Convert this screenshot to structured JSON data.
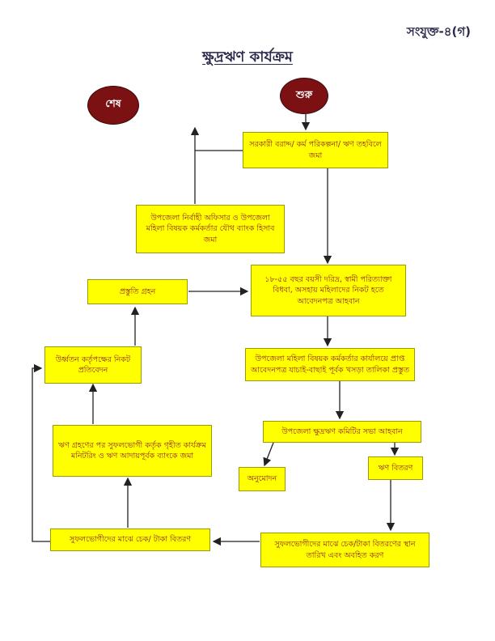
{
  "page": {
    "attachment_label": "সংযুক্ত-৪(গ)",
    "title": "ক্ষুদ্রঋণ কার্যক্রম"
  },
  "nodes": {
    "start": "শুরু",
    "end": "শেষ",
    "govt_allocation": "সরকারী বরাদ্দ/ কর্ম পরিকল্পনা/ ঋণ তহবিলে জমা",
    "joint_bank_account": "উপজেলা নির্বাহী অফিসার ও উপজেলা মহিলা বিষয়ক কর্মকর্তার যৌথ ব্যাংক হিসাব জমা",
    "application_call": "১৮-৫৫ বছর বয়সী দরিদ্র, স্বামী পরিত্যাক্তা বিধবা, অসহায় মহিলাদের নিকট হতে আবেদনপত্র আহবান",
    "preparation": "প্রস্তুতি গ্রহন",
    "draft_list": "উপজেলা মহিলা বিষয়ক কর্মকর্তার কার্যালয়ে প্রাপ্ত আবেদনপত্র যাচাই-বাছাই পূর্বক খসড়া তালিকা প্রস্তুত",
    "report_to_authority": "উর্ধ্বতন কর্তৃপক্ষের নিকট প্রতিবেদন",
    "committee_meeting": "উপজেলা ক্ষুদ্রঋণ কমিটির সভা আহবান",
    "approval": "অনুমোদন",
    "loan_distribution": "ঋণ বিতরণ",
    "monitoring": "ঋণ গ্রহণের পর সুফলভোগী কর্তৃক গৃহীত কার্যক্রম মনিটরিং ও ঋণ আদায়পূর্বক ব্যাংকে জমা",
    "cheque_distribution": "সুফলভোগীদের মাঝে চেক/ টাকা বিতরণ",
    "distribution_notice": "সুফলভোগীদের মাঝে চেক/টাকা বিতরণের স্থান তারিখ এবং অবহিত করণ"
  },
  "colors": {
    "box_fill": "#ffff00",
    "box_border": "#9b9b00",
    "box_text": "#8b2020",
    "oval_fill": "#7b1113",
    "oval_text": "#ffffff",
    "heading_text": "#2a2a4a",
    "arrow": "#222222"
  }
}
